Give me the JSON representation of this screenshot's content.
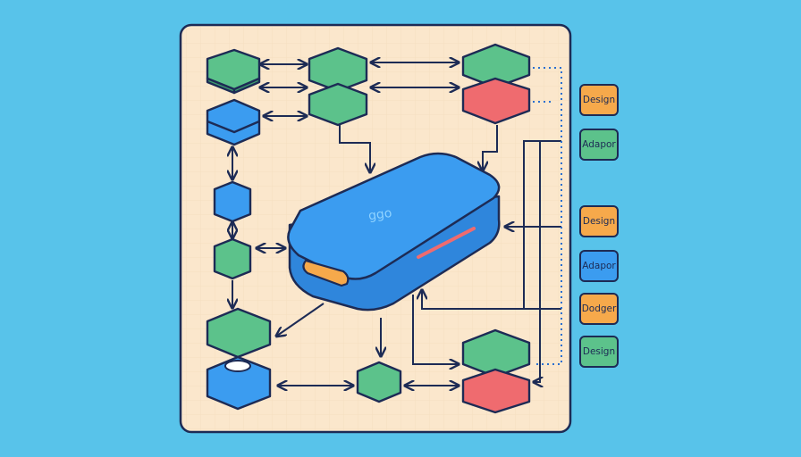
{
  "hub": {
    "label": "ggo"
  },
  "colors": {
    "background": "#58c3ea",
    "panel": "#fbe7cc",
    "green": "#5cc28b",
    "blue": "#3b9cf0",
    "red": "#ef6b6f",
    "orange": "#f6a94b",
    "outline": "#1d2b55"
  },
  "legend": [
    {
      "label": "Design",
      "color": "#f6a94b"
    },
    {
      "label": "Adapor",
      "color": "#5cc28b"
    },
    {
      "label": "Design",
      "color": "#f6a94b"
    },
    {
      "label": "Adapor",
      "color": "#3b9cf0"
    },
    {
      "label": "Dodger",
      "color": "#f6a94b"
    },
    {
      "label": "Design",
      "color": "#5cc28b"
    }
  ]
}
